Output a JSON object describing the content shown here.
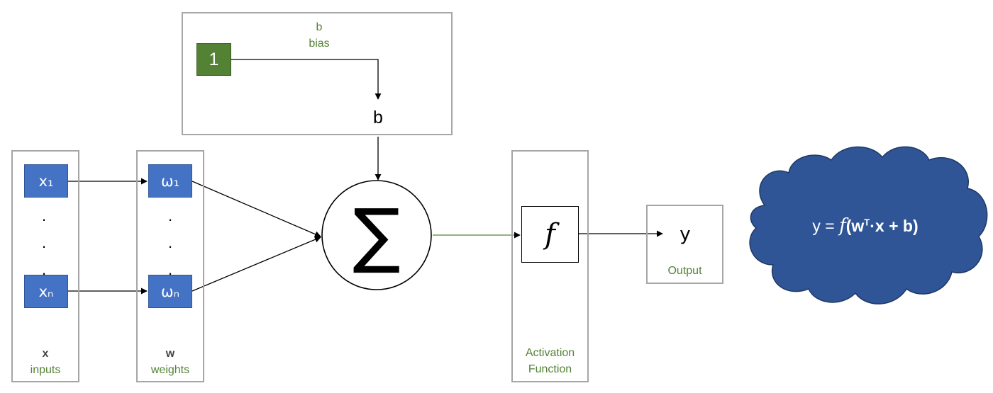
{
  "bias": {
    "symbol": "b",
    "caption": "bias",
    "constant": "1",
    "node_symbol": "b"
  },
  "inputs": {
    "first": "x₁",
    "last": "xₙ",
    "symbol": "x",
    "caption": "inputs"
  },
  "weights": {
    "first": "ω₁",
    "last": "ωₙ",
    "symbol": "w",
    "caption": "weights"
  },
  "ellipsis": ".",
  "sum": {
    "symbol": "∑"
  },
  "activation": {
    "symbol": "f",
    "caption_line1": "Activation",
    "caption_line2": "Function"
  },
  "output": {
    "symbol": "y",
    "caption": "Output"
  },
  "formula": {
    "lhs": "y = ",
    "func": "f",
    "open": "(",
    "w": "w",
    "sup": "T",
    "dot": "·",
    "x": "x",
    "plus": " + ",
    "b": "b",
    "close": ")"
  },
  "colors": {
    "input_blue": "#4472c4",
    "bias_green": "#548235",
    "caption_green": "#548235",
    "frame_gray": "#a6a6a6",
    "cloud_fill": "#2f5597",
    "cloud_edge": "#1f3864"
  }
}
